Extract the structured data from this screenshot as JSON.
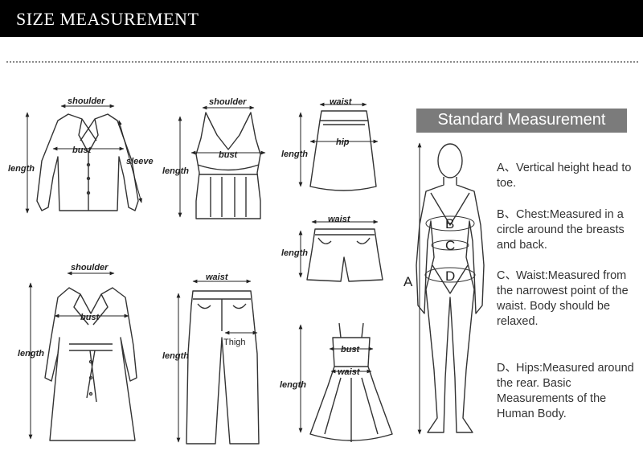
{
  "banner": {
    "title": "SIZE MEASUREMENT"
  },
  "garments": {
    "blouse": {
      "shoulder": "shoulder",
      "bust": "bust",
      "length": "length",
      "sleeve": "sleeve"
    },
    "camisole": {
      "shoulder": "shoulder",
      "bust": "bust",
      "length": "length"
    },
    "skirt": {
      "waist": "waist",
      "hip": "hip",
      "length": "length"
    },
    "shorts": {
      "waist": "waist",
      "length": "length"
    },
    "coat": {
      "shoulder": "shoulder",
      "bust": "bust",
      "length": "length"
    },
    "pants": {
      "waist": "waist",
      "length": "length",
      "thigh": "Thigh"
    },
    "dress": {
      "bust": "bust",
      "waist": "waist",
      "length": "length"
    }
  },
  "standard": {
    "title": "Standard Measurement",
    "body_labels": {
      "a": "A",
      "b": "B",
      "c": "C",
      "d": "D"
    },
    "notes": [
      {
        "key": "A、",
        "text": "Vertical height head to toe."
      },
      {
        "key": "B、",
        "text": "Chest:Measured in a circle around the breasts and back."
      },
      {
        "key": "C、",
        "text": "Waist:Measured from the narrowest point of the waist. Body should be relaxed."
      },
      {
        "key": "D、",
        "text": "Hips:Measured around the rear. Basic Measurements of the Human Body."
      }
    ]
  }
}
